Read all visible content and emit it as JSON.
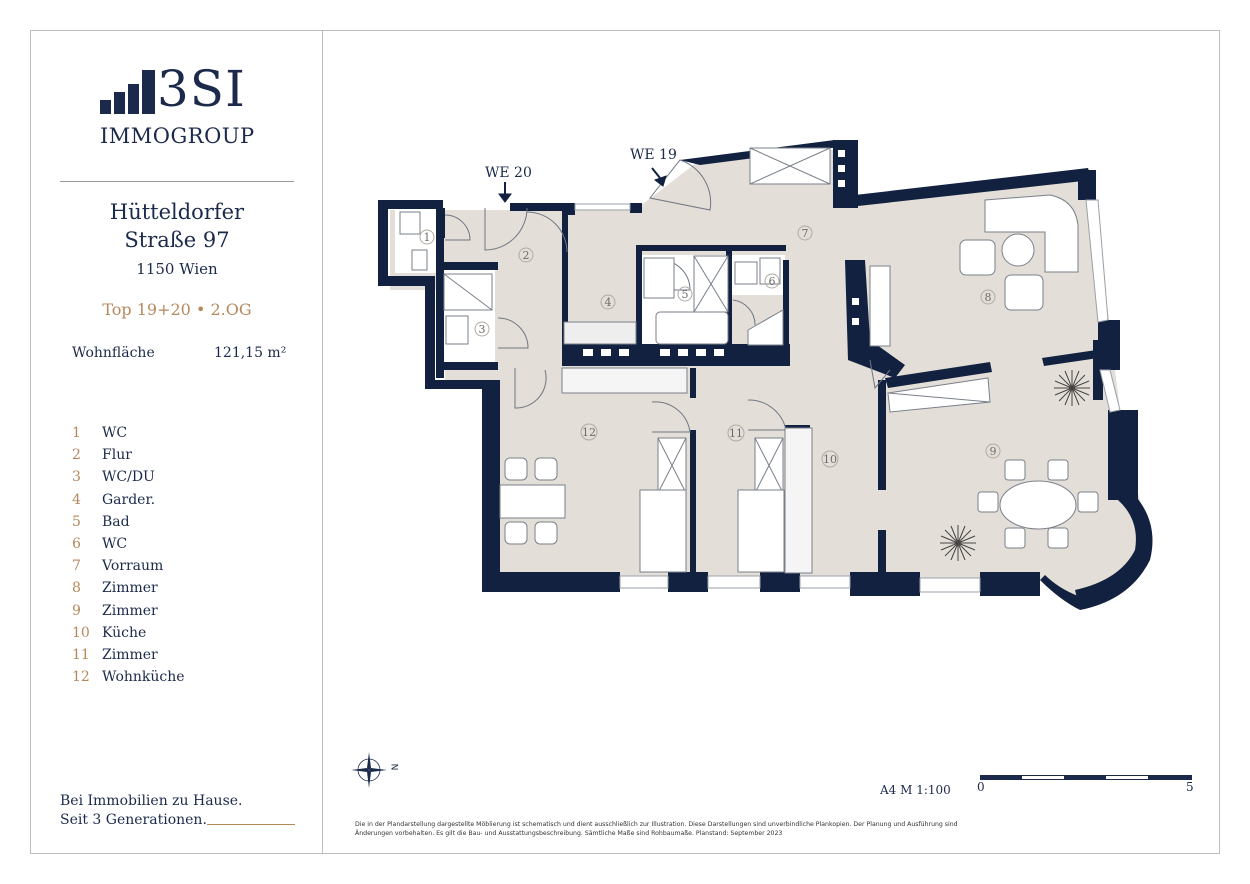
{
  "brand": {
    "logo_text": "3SI",
    "logo_sub": "IMMOGROUP",
    "color_navy": "#1b2a4a",
    "color_gold": "#b5895c"
  },
  "address": {
    "street_line1": "Hütteldorfer",
    "street_line2": "Straße 97",
    "city": "1150 Wien"
  },
  "unit": {
    "label": "Top 19+20 • 2.OG",
    "area_label": "Wohnfläche",
    "area_value": "121,15 m²"
  },
  "rooms": [
    {
      "num": "1",
      "name": "WC"
    },
    {
      "num": "2",
      "name": "Flur"
    },
    {
      "num": "3",
      "name": "WC/DU"
    },
    {
      "num": "4",
      "name": "Garder."
    },
    {
      "num": "5",
      "name": "Bad"
    },
    {
      "num": "6",
      "name": "WC"
    },
    {
      "num": "7",
      "name": "Vorraum"
    },
    {
      "num": "8",
      "name": "Zimmer"
    },
    {
      "num": "9",
      "name": "Zimmer"
    },
    {
      "num": "10",
      "name": "Küche"
    },
    {
      "num": "11",
      "name": "Zimmer"
    },
    {
      "num": "12",
      "name": "Wohnküche"
    }
  ],
  "entrances": {
    "we20": "WE 20",
    "we19": "WE 19"
  },
  "slogan": {
    "line1": "Bei Immobilien zu Hause.",
    "line2": "Seit 3 Generationen."
  },
  "scale": {
    "label": "A4  M 1:100",
    "start": "0",
    "end": "5"
  },
  "compass": {
    "north": "N"
  },
  "disclaimer": "Die in der Plandarstellung dargestellte Möblierung ist schematisch und dient ausschließlich zur Illustration. Diese Darstellungen sind unverbindliche Plankopien. Der Planung und Ausführung sind Änderungen vorbehalten. Es gilt die Bau- und Ausstattungsbeschreibung. Sämtliche Maße sind Rohbaumaße. Planstand: September 2023"
}
